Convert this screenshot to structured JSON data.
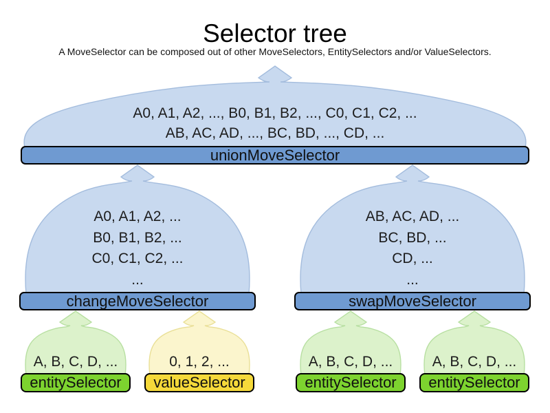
{
  "title": "Selector tree",
  "subtitle": "A MoveSelector can be composed out of other MoveSelectors, EntitySelectors and/or ValueSelectors.",
  "colors": {
    "dome-blue": "#c8d9ef",
    "dome-blue-border": "#a3bcdd",
    "bar-blue": "#6f9ad1",
    "dome-green": "#dcf2cb",
    "dome-green-border": "#b7dfa1",
    "bar-green": "#7dd32f",
    "dome-yellow": "#fbf5cd",
    "dome-yellow-border": "#e9df96",
    "bar-yellow": "#f5d93a",
    "bar-border": "#000000",
    "text": "#1c1c1c"
  },
  "tree": {
    "union": {
      "label": "unionMoveSelector",
      "lines": [
        "A0, A1, A2, ..., B0, B1, B2, ..., C0, C1, C2, ...",
        "AB, AC, AD, ..., BC, BD, ..., CD, ..."
      ]
    },
    "change": {
      "label": "changeMoveSelector",
      "lines": [
        "A0, A1, A2, ...",
        "B0, B1, B2, ...",
        "C0, C1, C2, ...",
        "..."
      ]
    },
    "swap": {
      "label": "swapMoveSelector",
      "lines": [
        "AB, AC, AD, ...",
        "BC, BD, ...",
        "CD, ...",
        "..."
      ]
    },
    "leaves": [
      {
        "label": "entitySelector",
        "line": "A, B, C, D, ..."
      },
      {
        "label": "valueSelector",
        "line": "0, 1, 2, ..."
      },
      {
        "label": "entitySelector",
        "line": "A, B, C, D, ..."
      },
      {
        "label": "entitySelector",
        "line": "A, B, C, D, ..."
      }
    ]
  }
}
